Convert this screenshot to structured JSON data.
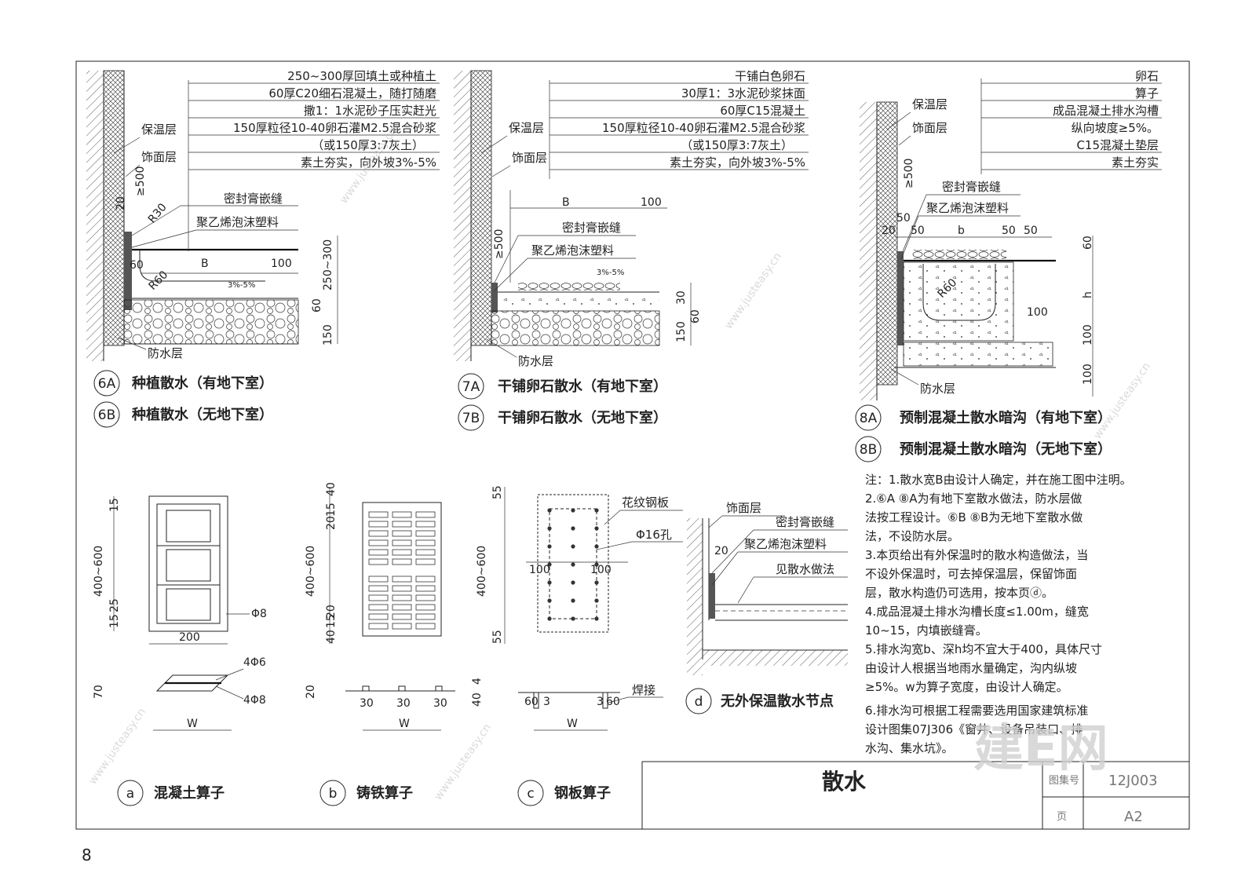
{
  "sheet": {
    "title": "散水",
    "atlas_label": "图集号",
    "atlas_no": "12J003",
    "page_label": "页",
    "page_no": "A2",
    "page_number": "8"
  },
  "d6": {
    "layers": [
      "250~300厚回填土或种植土",
      "60厚C20细石混凝土，随打随磨",
      "撒1：1水泥砂子压实赶光",
      "150厚粒径10-40卵石灌M2.5混合砂浆",
      "（或150厚3:7灰土）",
      "素土夯实，向外坡3%-5%"
    ],
    "insulation": "保温层",
    "finish": "饰面层",
    "sealant": "密封膏嵌缝",
    "foam": "聚乙烯泡沫塑料",
    "waterproof": "防水层",
    "dims": [
      "20",
      "≥500",
      "R30",
      "60",
      "R60",
      "B",
      "100",
      "3%-5%",
      "250~300",
      "60",
      "150"
    ],
    "captions": [
      {
        "num": "6A",
        "text": "种植散水（有地下室）"
      },
      {
        "num": "6B",
        "text": "种植散水（无地下室）"
      }
    ]
  },
  "d7": {
    "layers": [
      "干铺白色卵石",
      "30厚1：3水泥砂浆抹面",
      "60厚C15混凝土",
      "150厚粒径10-40卵石灌M2.5混合砂浆",
      "（或150厚3:7灰土）",
      "素土夯实，向外坡3%-5%"
    ],
    "insulation": "保温层",
    "finish": "饰面层",
    "sealant": "密封膏嵌缝",
    "foam": "聚乙烯泡沫塑料",
    "waterproof": "防水层",
    "dims": [
      "B",
      "100",
      "≥500",
      "3%-5%",
      "30",
      "60",
      "150"
    ],
    "captions": [
      {
        "num": "7A",
        "text": "干铺卵石散水（有地下室）"
      },
      {
        "num": "7B",
        "text": "干铺卵石散水（无地下室）"
      }
    ]
  },
  "d8": {
    "layers": [
      "卵石",
      "算子",
      "成品混凝土排水沟槽",
      "纵向坡度≥5%。",
      "C15混凝土垫层",
      "素土夯实"
    ],
    "insulation": "保温层",
    "finish": "饰面层",
    "sealant": "密封膏嵌缝",
    "foam": "聚乙烯泡沫塑料",
    "waterproof": "防水层",
    "dims": [
      "≥500",
      "50",
      "20",
      "50",
      "b",
      "50",
      "50",
      "60",
      "R60",
      "100",
      "h",
      "100",
      "100"
    ],
    "captions": [
      {
        "num": "8A",
        "text": "预制混凝土散水暗沟（有地下室）"
      },
      {
        "num": "8B",
        "text": "预制混凝土散水暗沟（无地下室）"
      }
    ]
  },
  "notes": [
    "注：1.散水宽B由设计人确定，并在施工图中注明。",
    "2.⑥A ⑧A为有地下室散水做法，防水层做",
    "法按工程设计。⑥B ⑧B为无地下室散水做",
    "法，不设防水层。",
    "3.本页给出有外保温时的散水构造做法，当",
    "不设外保温时，可去掉保温层，保留饰面",
    "层，散水构造仍可选用，按本页ⓓ。",
    "4.成品混凝土排水沟槽长度≤1.00m，缝宽",
    "10~15，内填嵌缝膏。",
    "5.排水沟宽b、深h均不宜大于400，具体尺寸",
    "由设计人根据当地雨水量确定，沟内纵坡",
    "≥5%。w为算子宽度，由设计人确定。",
    "6.排水沟可根据工程需要选用国家建筑标准",
    "设计图集07J306《窗井、设备吊装口、排",
    "水沟、集水坑》。"
  ],
  "grate_a": {
    "dims": [
      "15",
      "400~600",
      "15",
      "25",
      "200",
      "Φ8",
      "4Φ6",
      "4Φ8",
      "70",
      "W"
    ],
    "caption": {
      "num": "a",
      "text": "混凝土算子"
    }
  },
  "grate_b": {
    "dims": [
      "40",
      "15",
      "20",
      "400~600",
      "20",
      "15",
      "40",
      "20",
      "30",
      "30",
      "30",
      "W"
    ],
    "caption": {
      "num": "b",
      "text": "铸铁算子"
    }
  },
  "grate_c": {
    "labels": [
      "花纹钢板",
      "Φ16孔",
      "焊接"
    ],
    "dims": [
      "55",
      "400~600",
      "55",
      "100",
      "100",
      "4",
      "40",
      "60",
      "3",
      "3",
      "60",
      "W"
    ],
    "caption": {
      "num": "c",
      "text": "钢板算子"
    }
  },
  "detail_d": {
    "labels": [
      "饰面层",
      "密封膏嵌缝",
      "聚乙烯泡沫塑料",
      "见散水做法"
    ],
    "dims": [
      "20"
    ],
    "caption": {
      "num": "d",
      "text": "无外保温散水节点"
    }
  },
  "watermark": {
    "small": "www.justeasy.cn",
    "brand": "建E网"
  }
}
